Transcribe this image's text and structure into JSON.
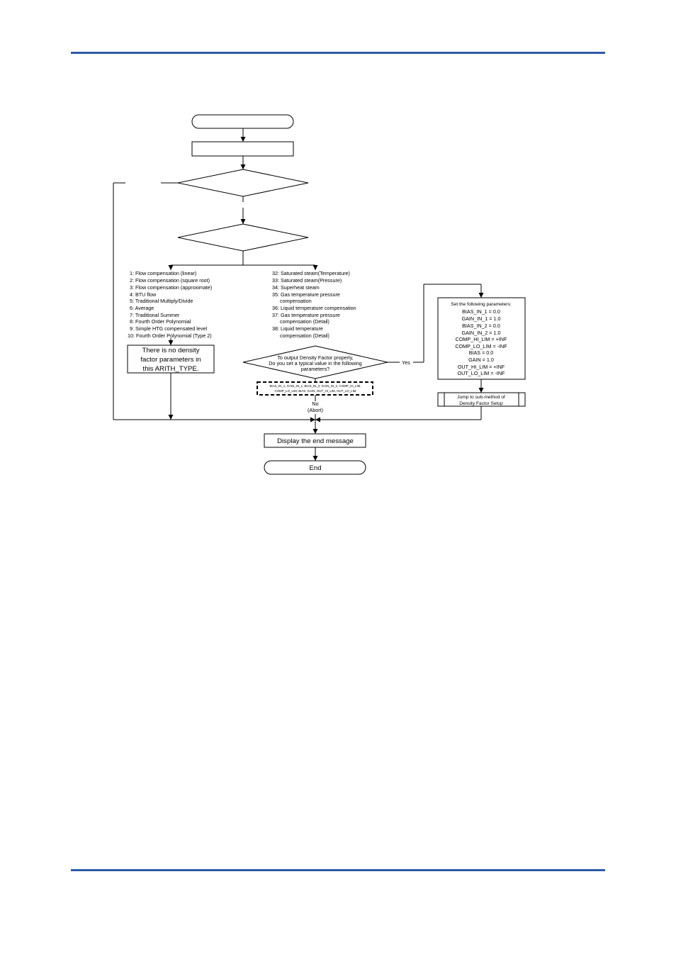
{
  "flowchart": {
    "start_label": "",
    "first_step_label": "",
    "decision1_label": "",
    "decision2_label": "",
    "left_group": [
      "1: Flow compensation (linear)",
      "2: Flow compensation (square root)",
      "3: Flow compensation (approximate)",
      "4: BTU flow",
      "5: Traditional Multiply/Divide",
      "6: Average",
      "7: Traditional Summer",
      "8: Fourth Order Polynomial",
      "9: Simple HTG compensated level",
      "10: Fourth Order Polynomial (Type 2)"
    ],
    "right_group": [
      "32: Saturated steam(Temperature)",
      "33: Saturated steam(Pressure)",
      "34: Superheat steam",
      "35: Gas temperature pressure",
      "compensation",
      "36: Liquid temperature compensation",
      "37: Gas temperature pressure",
      "compensation (Detail)",
      "38: Liquid temperature",
      "compensation (Detail)"
    ],
    "no_density_box": [
      "There is no density",
      "factor parameters in",
      "this ARITH_TYPE."
    ],
    "question": [
      "To output Density Factor properly,",
      "Do you set a typical value in the following",
      "parameters?"
    ],
    "param_list": [
      "BIAS_IN_1, GAIN_IN_1, BIAS_IN_2, GAIN_IN_2, COMP_HI_LIM,",
      "COMP_LO_LIM, BIAS, GAIN, OUT_HI_LIM, OUT_LO_LIM"
    ],
    "yes_label": "Yes",
    "no_label": "No",
    "abort_label": "(Abort)",
    "set_params_title": "Set the following parameters:",
    "set_params": [
      "BIAS_IN_1 = 0.0",
      "GAIN_IN_1 = 1.0",
      "BIAS_IN_2 = 0.0",
      "GAIN_IN_2 = 1.0",
      "COMP_HI_LIM = +INF",
      "COMP_LO_LIM = -INF",
      "BIAS = 0.0",
      "GAIN = 1.0",
      "OUT_HI_LIM = +INF",
      "OUT_LO_LIM = -INF"
    ],
    "jump_box": [
      "Jump to sub-method of",
      "Density Factor Setup"
    ],
    "end_message_label": "Display the end message",
    "end_label": "End"
  },
  "colors": {
    "rule": "#2e5aa6",
    "line": "#000000"
  }
}
